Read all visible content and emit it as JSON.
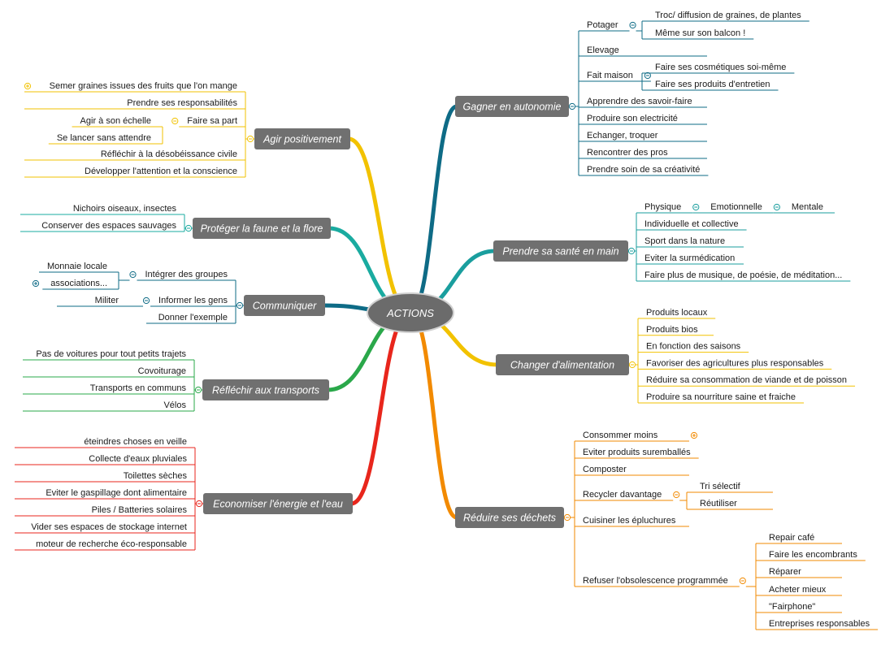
{
  "center": {
    "label": "ACTIONS"
  },
  "right": [
    {
      "label": "Gagner en autonomie",
      "color": "#0e6b86",
      "items": [
        {
          "label": "Potager",
          "toggle": "minus",
          "children": [
            "Troc/ diffusion de graines, de plantes",
            "Même sur son balcon !"
          ]
        },
        {
          "label": "Elevage"
        },
        {
          "label": "Fait maison",
          "toggle": "minus",
          "children": [
            "Faire ses cosmétiques soi-même",
            "Faire ses produits d'entretien"
          ]
        },
        {
          "label": "Apprendre des savoir-faire"
        },
        {
          "label": "Produire son electricité"
        },
        {
          "label": "Echanger, troquer"
        },
        {
          "label": "Rencontrer des pros"
        },
        {
          "label": "Prendre soin de sa créativité"
        }
      ]
    },
    {
      "label": "Prendre sa santé en main",
      "color": "#1a9e9e",
      "items": [
        {
          "label": "Physique",
          "chain": [
            "Emotionnelle",
            "Mentale"
          ]
        },
        {
          "label": "Individuelle et collective"
        },
        {
          "label": "Sport dans la nature"
        },
        {
          "label": "Eviter la surmédication"
        },
        {
          "label": "Faire plus de musique, de poésie, de méditation..."
        }
      ]
    },
    {
      "label": "Changer d'alimentation",
      "color": "#f2c200",
      "items": [
        {
          "label": "Produits locaux"
        },
        {
          "label": "Produits bios"
        },
        {
          "label": "En fonction des saisons"
        },
        {
          "label": "Favoriser des agricultures plus responsables"
        },
        {
          "label": "Réduire sa consommation de viande et de poisson"
        },
        {
          "label": "Produire sa nourriture saine et fraiche"
        }
      ]
    },
    {
      "label": "Réduire ses déchets",
      "color": "#f28a00",
      "items": [
        {
          "label": "Consommer moins",
          "toggle": "plus"
        },
        {
          "label": "Eviter produits suremballés"
        },
        {
          "label": "Composter"
        },
        {
          "label": "Recycler davantage",
          "toggle": "minus",
          "children": [
            "Tri sélectif",
            "Réutiliser"
          ]
        },
        {
          "label": "Cuisiner les épluchures"
        },
        {
          "label": "Refuser l'obsolescence programmée",
          "toggle": "minus",
          "children": [
            "Repair café",
            "Faire les encombrants",
            "Réparer",
            "Acheter mieux",
            "\"Fairphone\"",
            "Entreprises responsables"
          ]
        }
      ]
    }
  ],
  "left": [
    {
      "label": "Agir positivement",
      "color": "#f2c200",
      "items": [
        {
          "label": "Semer graines issues des fruits que l'on mange",
          "marker": "plus"
        },
        {
          "label": "Prendre ses responsabilités"
        },
        {
          "label": "Faire sa part",
          "toggle": "minus",
          "children": [
            "Agir à son échelle",
            "Se lancer sans attendre"
          ]
        },
        {
          "label": "Réfléchir à la désobéissance civile"
        },
        {
          "label": "Développer l'attention et la conscience"
        }
      ]
    },
    {
      "label": "Protéger la faune et la flore",
      "color": "#1aaba0",
      "items": [
        {
          "label": "Nichoirs oiseaux, insectes"
        },
        {
          "label": "Conserver des espaces sauvages"
        }
      ]
    },
    {
      "label": "Communiquer",
      "color": "#0e6b86",
      "items": [
        {
          "label": "Intégrer des groupes",
          "toggle": "minus",
          "children": [
            "Monnaie locale",
            "associations..."
          ]
        },
        {
          "label": "Informer les gens",
          "toggle": "minus",
          "children": [
            "Militer"
          ]
        },
        {
          "label": "Donner l'exemple"
        }
      ]
    },
    {
      "label": "Réfléchir aux transports",
      "color": "#2aa84a",
      "items": [
        {
          "label": "Pas de voitures pour tout petits trajets"
        },
        {
          "label": "Covoiturage"
        },
        {
          "label": "Transports en communs"
        },
        {
          "label": "Vélos"
        }
      ]
    },
    {
      "label": "Economiser l'énergie et l'eau",
      "color": "#e8261c",
      "items": [
        {
          "label": "éteindres choses en veille"
        },
        {
          "label": "Collecte d'eaux pluviales"
        },
        {
          "label": "Toilettes sèches"
        },
        {
          "label": "Eviter le gaspillage dont alimentaire"
        },
        {
          "label": "Piles / Batteries solaires"
        },
        {
          "label": "Vider ses espaces de stockage internet"
        },
        {
          "label": "moteur de recherche éco-responsable"
        }
      ]
    }
  ]
}
